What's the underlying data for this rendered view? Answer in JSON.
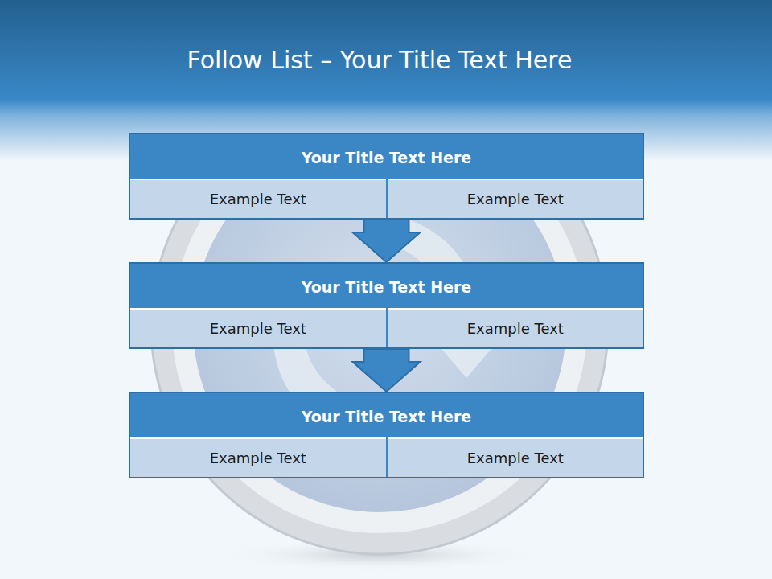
{
  "diagram": {
    "title": "Follow List  – Your Title Text Here",
    "nodes": [
      {
        "text": [
          "Your Title Text Here"
        ]
      },
      {
        "text": [
          "Example Text"
        ],
        "in": 0
      },
      {
        "text": [
          "Example Text"
        ],
        "in": 0
      },
      {
        "text": [
          "Your Title Text Here"
        ]
      },
      {
        "text": [
          "Example Text"
        ],
        "in": 3
      },
      {
        "text": [
          "Example Text"
        ],
        "in": 3
      },
      {
        "text": [
          "Your Title Text Here"
        ]
      },
      {
        "text": [
          "Example Text"
        ],
        "in": 6
      },
      {
        "text": [
          "Example Text"
        ],
        "in": 6
      }
    ],
    "edges": [
      {
        "from": 0,
        "to": 3,
        "arrow": "to"
      },
      {
        "from": 3,
        "to": 6,
        "arrow": "to"
      }
    ]
  }
}
